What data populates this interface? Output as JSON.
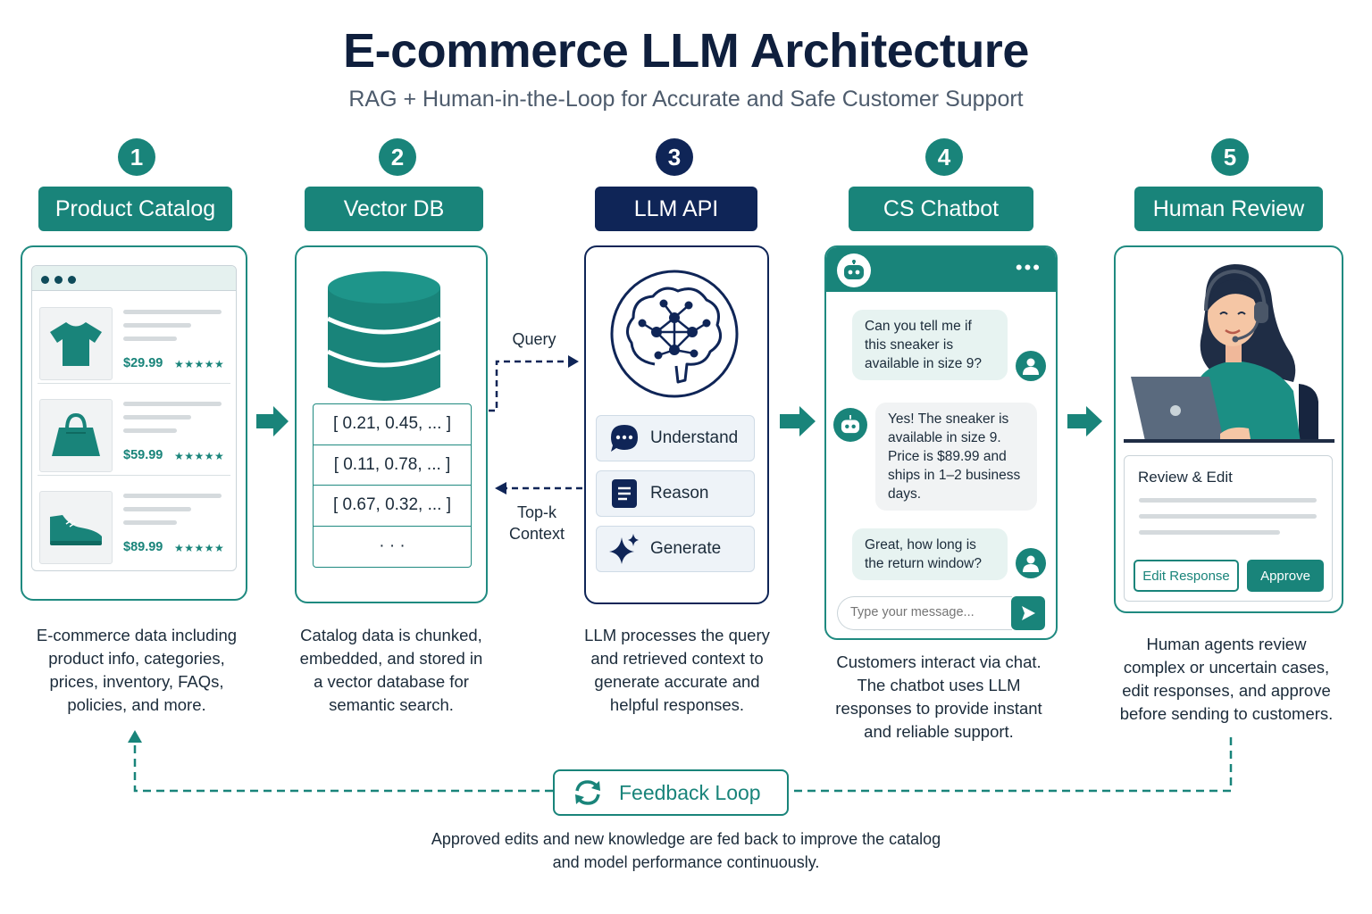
{
  "title": "E-commerce LLM Architecture",
  "subtitle": "RAG + Human-in-the-Loop for Accurate and Safe Customer Support",
  "colors": {
    "teal": "#19847a",
    "navy": "#0f2557",
    "text": "#1b2b3a"
  },
  "steps": [
    {
      "number": "1",
      "label": "Product Catalog",
      "description": [
        "E-commerce data including",
        "product info, categories,",
        "prices, inventory, FAQs,",
        "policies, and more."
      ],
      "products": [
        {
          "icon": "tshirt-icon",
          "price": "$29.99",
          "stars": "★★★★★"
        },
        {
          "icon": "handbag-icon",
          "price": "$59.99",
          "stars": "★★★★★"
        },
        {
          "icon": "sneaker-icon",
          "price": "$89.99",
          "stars": "★★★★★"
        }
      ]
    },
    {
      "number": "2",
      "label": "Vector DB",
      "description": [
        "Catalog data is chunked,",
        "embedded, and stored in",
        "a vector database for",
        "semantic search."
      ],
      "vectors": [
        "[ 0.21, 0.45, ... ]",
        "[ 0.11, 0.78, ... ]",
        "[ 0.67, 0.32, ... ]",
        "· · ·"
      ]
    },
    {
      "number": "3",
      "label": "LLM API",
      "description": [
        "LLM processes the query",
        "and retrieved context to",
        "generate accurate and",
        "helpful responses."
      ],
      "actions": [
        {
          "icon": "chat-bubble-icon",
          "label": "Understand"
        },
        {
          "icon": "document-icon",
          "label": "Reason"
        },
        {
          "icon": "sparkle-icon",
          "label": "Generate"
        }
      ]
    },
    {
      "number": "4",
      "label": "CS Chatbot",
      "description": [
        "Customers interact via chat.",
        "The chatbot uses LLM",
        "responses to provide instant",
        "and reliable support."
      ],
      "messages": [
        "Can you tell me if this sneaker is available in size 9?",
        "Yes! The sneaker is available in size 9. Price is $89.99 and ships in 1–2 business days.",
        "Great, how long is the return window?"
      ],
      "input_placeholder": "Type your message..."
    },
    {
      "number": "5",
      "label": "Human Review",
      "description": [
        "Human agents review",
        "complex or uncertain cases,",
        "edit responses, and approve",
        "before sending to customers."
      ],
      "panel_title": "Review & Edit",
      "edit_button": "Edit Response",
      "approve_button": "Approve"
    }
  ],
  "connectors": {
    "query": "Query",
    "topk": [
      "Top-k",
      "Context"
    ]
  },
  "feedback": {
    "label": "Feedback Loop",
    "description": [
      "Approved edits and new knowledge are fed back to improve the catalog",
      "and model performance continuously."
    ]
  }
}
